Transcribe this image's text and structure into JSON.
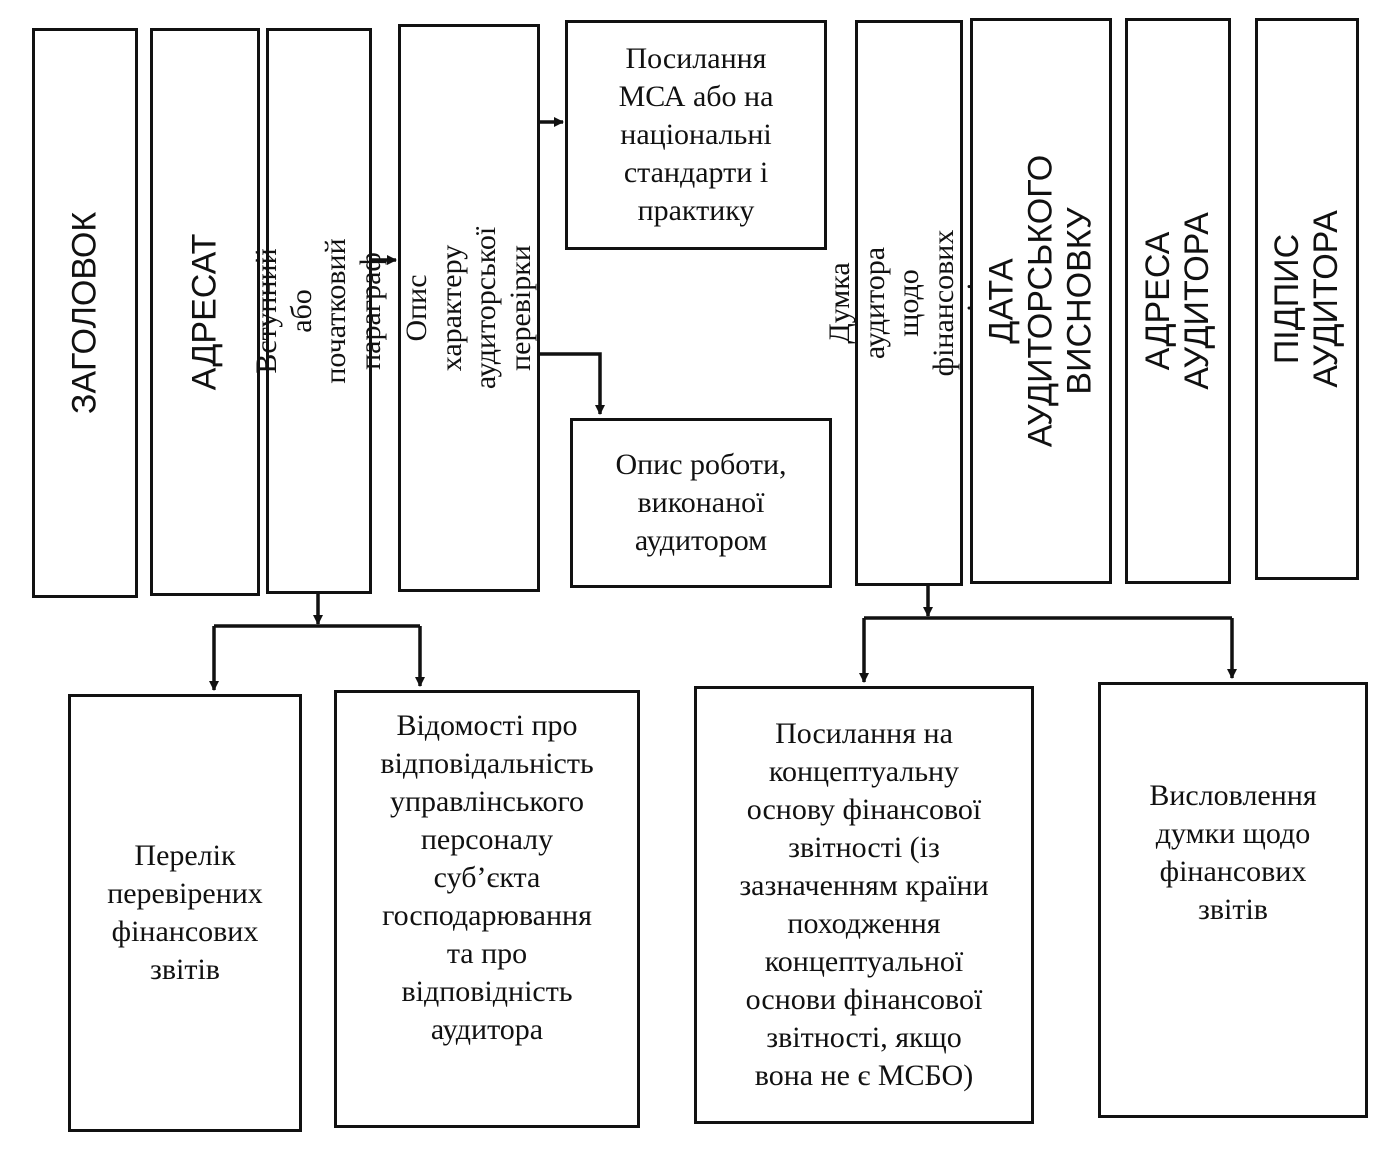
{
  "diagram": {
    "top_row": {
      "title": "ЗАГОЛОВОК",
      "addressee": "АДРЕСАТ",
      "intro_paragraph": "Вступний або початковий параграф",
      "audit_nature": "Опис характеру аудиторської\nперевірки",
      "isa_reference": "Посилання\nМСА або на\nнаціональні\nстандарти і\nпрактику",
      "work_description": "Опис роботи,\nвиконаної\nаудитором",
      "opinion": "Думка аудитора щодо фінансових\nзвітів",
      "report_date": "ДАТА АУДИТОРСЬКОГО\nВИСНОВКУ",
      "auditor_address": "АДРЕСА АУДИТОРА",
      "auditor_signature": "ПІДПИС АУДИТОРА"
    },
    "bottom_row": {
      "statements_list": "Перелік\nперевірених\nфінансових\nзвітів",
      "responsibility": "Відомості про\nвідповідальність\nуправлінського\nперсоналу\nсуб’єкта\nгосподарювання\nта про\nвідповідність\nаудитора",
      "framework_reference": "Посилання на\nконцептуальну\nоснову фінансової\nзвітності (із\nзазначенням країни\nпоходження\nконцептуальної\nоснови фінансової\nзвітності, якщо\nвона не є МСБО)",
      "opinion_expression": "Висловлення\nдумки щодо\nфінансових\nзвітів"
    }
  }
}
